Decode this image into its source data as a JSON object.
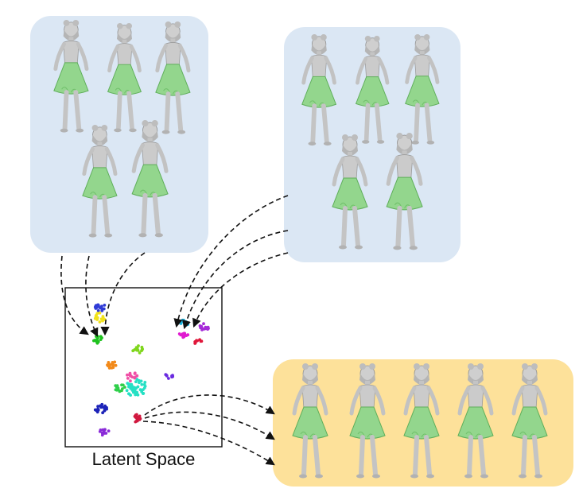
{
  "caption": "Latent Space",
  "colors": {
    "panel_blue": "#dbe7f4",
    "panel_yellow": "#fde19a",
    "figure_body": "#c9c9c9",
    "figure_shade": "#9a9a9a",
    "skirt": "#8fd48a",
    "skirt_shade": "#5fae5a",
    "arrow": "#111111"
  },
  "panels": [
    {
      "name": "reference-poses-left",
      "color": "panel_blue",
      "figure_count": 5
    },
    {
      "name": "reference-poses-right",
      "color": "panel_blue",
      "figure_count": 5
    },
    {
      "name": "generated-dance-sequence",
      "color": "panel_yellow",
      "figure_count": 5
    }
  ],
  "clusters": [
    {
      "name": "cluster-blue-top",
      "color": "#2f3bd6"
    },
    {
      "name": "cluster-yellow",
      "color": "#f1e21b"
    },
    {
      "name": "cluster-green",
      "color": "#1ec21e"
    },
    {
      "name": "cluster-cyan",
      "color": "#19b6e3"
    },
    {
      "name": "cluster-magenta",
      "color": "#e01ad0"
    },
    {
      "name": "cluster-purple",
      "color": "#a52bd8"
    },
    {
      "name": "cluster-red",
      "color": "#e0173a"
    },
    {
      "name": "cluster-lime",
      "color": "#7fd61c"
    },
    {
      "name": "cluster-orange",
      "color": "#f28a1b"
    },
    {
      "name": "cluster-teal",
      "color": "#26e0c4"
    },
    {
      "name": "cluster-pink",
      "color": "#f04fa6"
    },
    {
      "name": "cluster-violet",
      "color": "#6a2be0"
    },
    {
      "name": "cluster-navy",
      "color": "#1c23b8"
    },
    {
      "name": "cluster-green-mid",
      "color": "#2fcf4a"
    },
    {
      "name": "cluster-crimson",
      "color": "#d1183f"
    }
  ]
}
